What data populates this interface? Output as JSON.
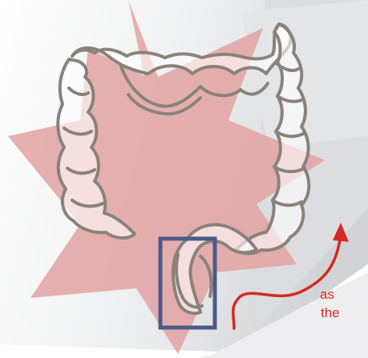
{
  "figure": {
    "caption_lines": [
      "as",
      "the"
    ]
  },
  "colors": {
    "background_gray": "#d9dadc",
    "starburst": "#e3a2a2",
    "colon_outline": "#8a827b",
    "colon_fill": "#ffffff",
    "highlight_box": "#4c5a8a",
    "arrow": "#d42a24",
    "caption_text": "#d42a24"
  },
  "icons": [
    "starburst-shape",
    "colon-outline",
    "highlight-box",
    "red-arrow"
  ]
}
